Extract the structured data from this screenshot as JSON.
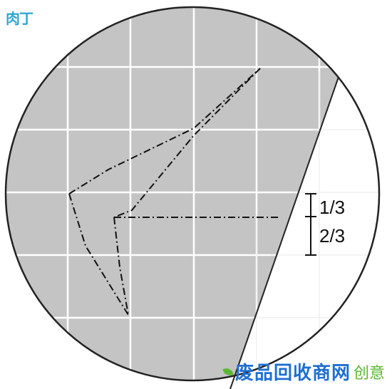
{
  "fractions": {
    "upper": "1/3",
    "lower": "2/3"
  },
  "logo_text": "肉丁",
  "watermark": {
    "main": "废品回收商网",
    "sub": "创意"
  },
  "colors": {
    "shade": "#c4c4c4",
    "grid": "#ffffff",
    "outline": "#222222",
    "text": "#111111",
    "logo": "#2aa6d8",
    "watermark_blue": "#1f6fd1",
    "watermark_green": "#5bb832"
  }
}
